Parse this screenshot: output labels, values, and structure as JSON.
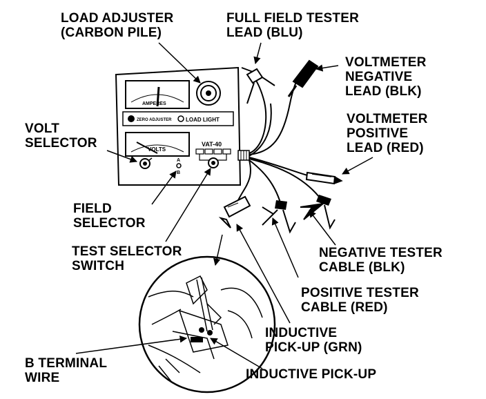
{
  "labels": {
    "load_adjuster": [
      "LOAD ADJUSTER",
      "(CARBON PILE)"
    ],
    "full_field": [
      "FULL FIELD TESTER",
      "LEAD (BLU)"
    ],
    "vm_negative": [
      "VOLTMETER",
      "NEGATIVE",
      "LEAD (BLK)"
    ],
    "vm_positive": [
      "VOLTMETER",
      "POSITIVE",
      "LEAD (RED)"
    ],
    "volt_selector": [
      "VOLT",
      "SELECTOR"
    ],
    "field_selector": [
      "FIELD",
      "SELECTOR"
    ],
    "test_selector": [
      "TEST SELECTOR",
      "SWITCH"
    ],
    "neg_cable": [
      "NEGATIVE TESTER",
      "CABLE (BLK)"
    ],
    "pos_cable": [
      "POSITIVE TESTER",
      "CABLE (RED)"
    ],
    "inductive_grn": [
      "INDUCTIVE",
      "PICK-UP (GRN)"
    ],
    "b_terminal": [
      "B TERMINAL",
      "WIRE"
    ],
    "inductive_pickup": [
      "INDUCTIVE PICK-UP"
    ]
  },
  "panel": {
    "ammeter_label": "AMPERES",
    "zero_adjuster": "ZERO ADJUSTER",
    "load_light": "LOAD LIGHT",
    "volts_label": "VOLTS",
    "model": "VAT-40",
    "field_a": "A",
    "field_b": "B"
  }
}
